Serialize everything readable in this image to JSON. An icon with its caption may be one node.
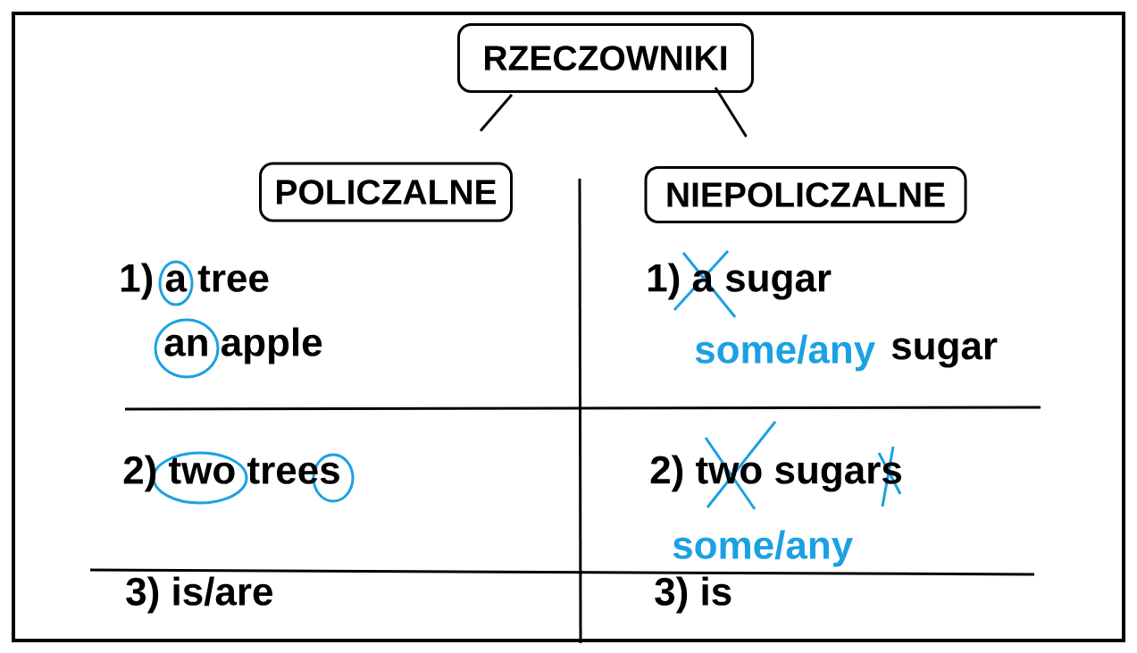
{
  "diagram": {
    "nodes": [
      {
        "text": [
          "RZECZOWNIKI"
        ]
      },
      {
        "text": [
          "POLICZALNE"
        ]
      },
      {
        "text": [
          "NIEPOLICZALNE"
        ]
      }
    ],
    "edges": [
      {
        "from": 0,
        "to": 1,
        "arrow": "none"
      },
      {
        "from": 0,
        "to": 2,
        "arrow": "none"
      }
    ],
    "labels": [
      "1) a tree",
      "1) a sugar",
      "an apple",
      "some/any",
      "sugar",
      "2) two trees",
      "2) two sugars",
      "some/any",
      "3) is/are",
      "3) is"
    ]
  }
}
